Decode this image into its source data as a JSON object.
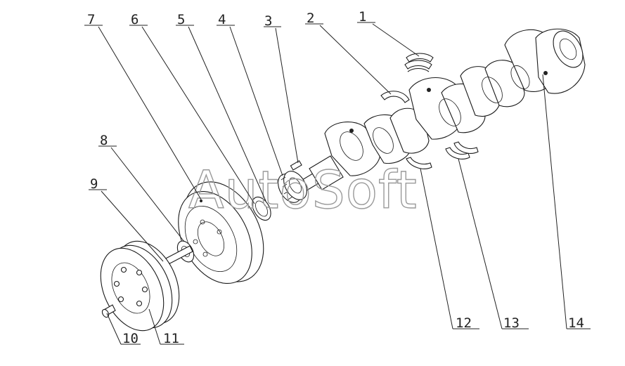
{
  "watermark": "AutoSoft",
  "callouts": [
    "1",
    "2",
    "3",
    "4",
    "5",
    "6",
    "7",
    "8",
    "9",
    "10",
    "11",
    "12",
    "13",
    "14"
  ]
}
